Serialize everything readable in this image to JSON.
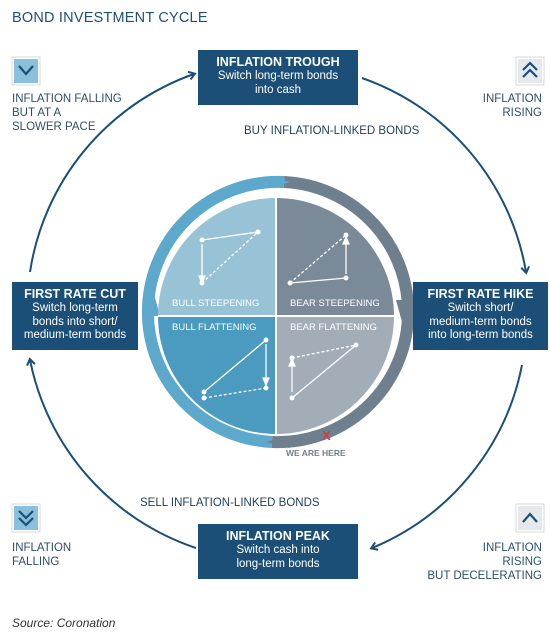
{
  "title": "BOND INVESTMENT CYCLE",
  "boxes": {
    "top": {
      "title": "INFLATION TROUGH",
      "desc": [
        "Switch long-term bonds",
        "into cash"
      ]
    },
    "right": {
      "title": "FIRST RATE HIKE",
      "desc": [
        "Switch short/",
        "medium-term bonds",
        "into long-term bonds"
      ]
    },
    "bottom": {
      "title": "INFLATION PEAK",
      "desc": [
        "Switch cash into",
        "long-term bonds"
      ]
    },
    "left": {
      "title": "FIRST RATE CUT",
      "desc": [
        "Switch long-term",
        "bonds into short/",
        "medium-term bonds"
      ]
    }
  },
  "corners": {
    "top_left": {
      "lines": [
        "INFLATION FALLING",
        "BUT AT A",
        "SLOWER PACE"
      ],
      "icon": "chevron-down-icon"
    },
    "top_right": {
      "lines": [
        "INFLATION",
        "RISING"
      ],
      "icon": "double-chevron-up-icon"
    },
    "bottom_left": {
      "lines": [
        "INFLATION",
        "FALLING"
      ],
      "icon": "double-chevron-down-icon"
    },
    "bottom_right": {
      "lines": [
        "INFLATION",
        "RISING",
        "BUT DECELERATING"
      ],
      "icon": "chevron-up-icon"
    }
  },
  "buy_label": "BUY INFLATION-LINKED BONDS",
  "sell_label": "SELL INFLATION-LINKED BONDS",
  "quadrants": {
    "tl": "BULL STEEPENING",
    "tr": "BEAR STEEPENING",
    "bl": "BULL FLATTENING",
    "br": "BEAR FLATTENING"
  },
  "marker": {
    "symbol": "X",
    "label": "WE ARE HERE"
  },
  "source": "Source: Coronation",
  "colors": {
    "box": "#1b4f78",
    "q_tl": "#98c3d6",
    "q_tr": "#7a8a99",
    "q_bl": "#4b9abf",
    "q_br": "#a2adb8",
    "ring_light": "#5ca9cc",
    "ring_dark": "#6e7f8e",
    "marker": "#e0343a"
  }
}
